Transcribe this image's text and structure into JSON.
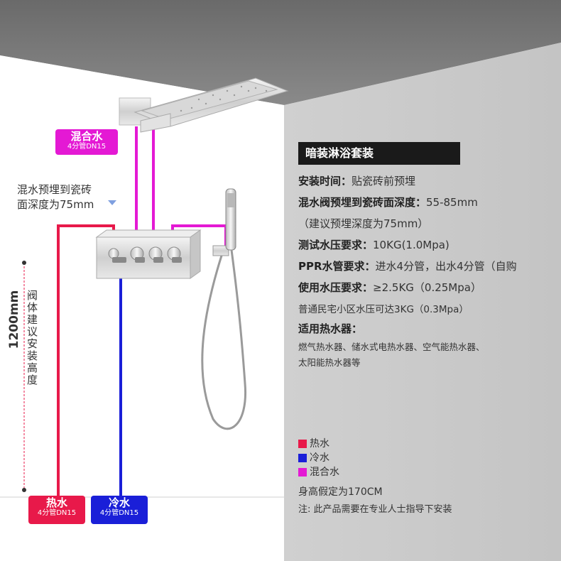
{
  "colors": {
    "hot": "#e8194a",
    "cold": "#1a1fd8",
    "mixed": "#e419d4",
    "dark": "#1a1a1a"
  },
  "labels": {
    "mixed_top": {
      "main": "混合水",
      "sub": "4分管DN15"
    },
    "embed_note_line1": "混水预埋到瓷砖",
    "embed_note_line2": "面深度为75mm",
    "height_value": "1200mm",
    "height_note": "阀体建议安装高度",
    "hot_tag": {
      "main": "热水",
      "sub": "4分管DN15"
    },
    "cold_tag": {
      "main": "冷水",
      "sub": "4分管DN15"
    }
  },
  "specs": {
    "title": "暗装淋浴套装",
    "lines": [
      {
        "key": "安装时间：",
        "value": "贴瓷砖前预埋"
      },
      {
        "key": "混水阀预埋到瓷砖面深度：",
        "value": "55-85mm"
      },
      {
        "key": "",
        "value": "（建议预埋深度为75mm）"
      },
      {
        "key": "测试水压要求：",
        "value": "10KG(1.0Mpa)"
      },
      {
        "key": "PPR水管要求：",
        "value": "进水4分管，出水4分管（自购"
      },
      {
        "key": "使用水压要求：",
        "value": "≥2.5KG（0.25Mpa）"
      },
      {
        "key": "",
        "value": "普通民宅小区水压可达3KG（0.3Mpa）"
      },
      {
        "key": "适用热水器：",
        "value": ""
      },
      {
        "key": "",
        "value": "燃气热水器、储水式电热水器、空气能热水器、"
      },
      {
        "key": "",
        "value": "太阳能热水器等"
      }
    ]
  },
  "legend": [
    {
      "label": "热水",
      "color": "#e8194a"
    },
    {
      "label": "冷水",
      "color": "#1a1fd8"
    },
    {
      "label": "混合水",
      "color": "#e419d4"
    }
  ],
  "notes": {
    "height": "身高假定为170CM",
    "install": "注: 此产品需要在专业人士指导下安装"
  }
}
